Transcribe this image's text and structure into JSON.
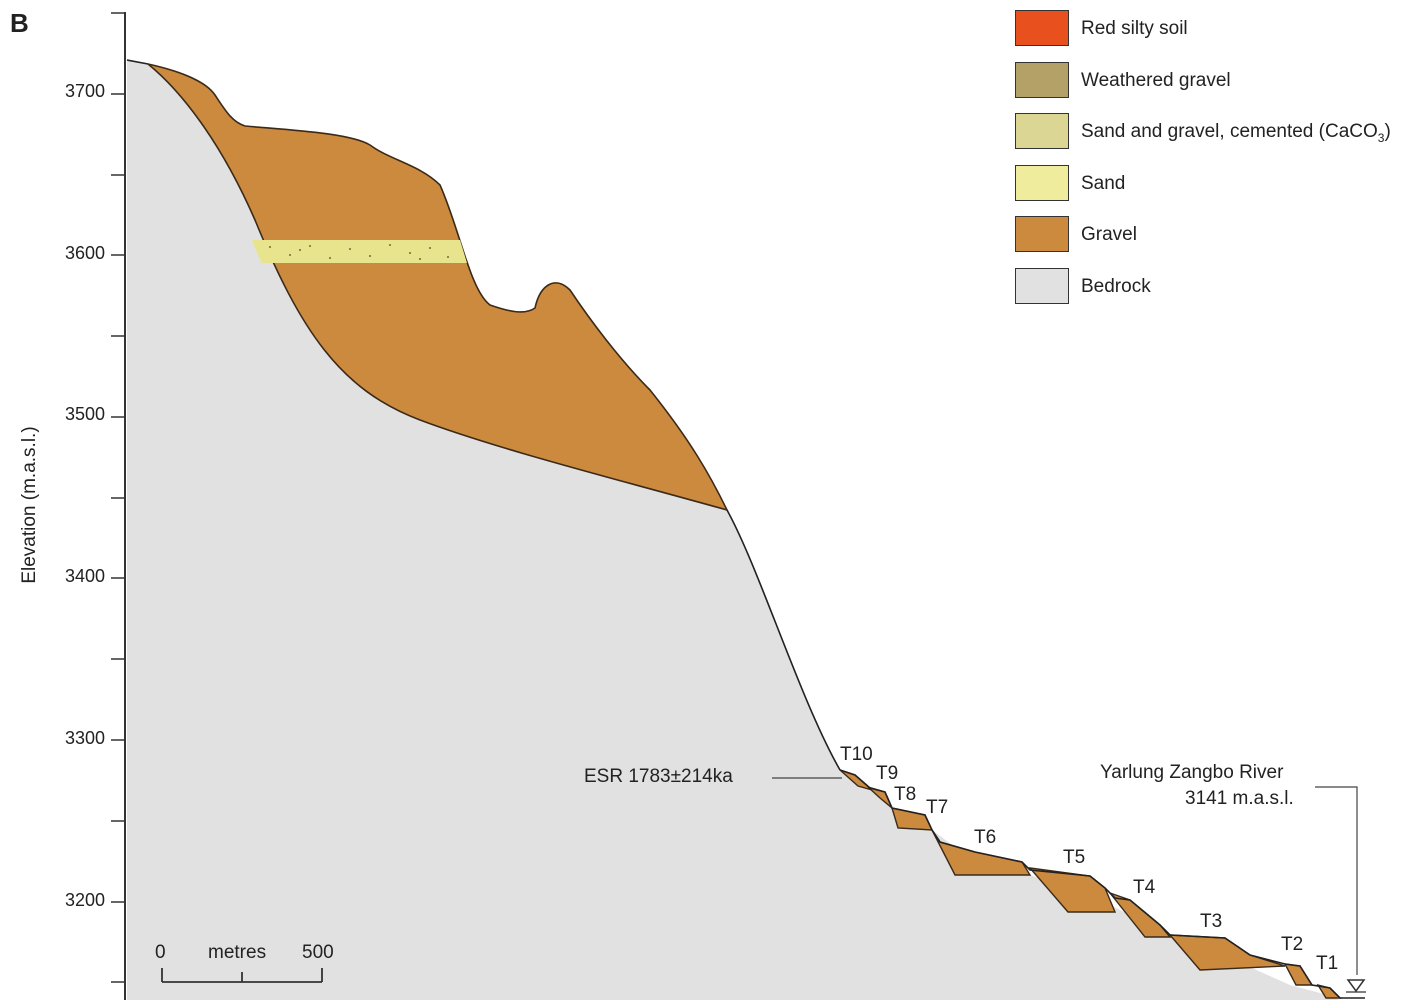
{
  "panel_letter": "B",
  "y_axis": {
    "label": "Elevation (m.a.s.l.)",
    "ticks": [
      "3700",
      "3600",
      "3500",
      "3400",
      "3300",
      "3200"
    ]
  },
  "legend": [
    {
      "label": "Red silty soil",
      "color": "#e8501e"
    },
    {
      "label": "Weathered gravel",
      "color": "#b3a167"
    },
    {
      "label": "Sand and gravel, cemented (CaCO",
      "sub": "3",
      "suffix": ")",
      "color": "#dcd694"
    },
    {
      "label": "Sand",
      "color": "#f0ec9e"
    },
    {
      "label": "Gravel",
      "color": "#cc8a3e"
    },
    {
      "label": "Bedrock",
      "color": "#e1e1e1"
    }
  ],
  "terraces": [
    "T10",
    "T9",
    "T8",
    "T7",
    "T6",
    "T5",
    "T4",
    "T3",
    "T2",
    "T1"
  ],
  "annotations": {
    "esr": "ESR 1783±214ka",
    "river_name": "Yarlung Zangbo River",
    "river_elev": "3141 m.a.s.l."
  },
  "scale_bar": {
    "start": "0",
    "unit": "metres",
    "end": "500"
  }
}
